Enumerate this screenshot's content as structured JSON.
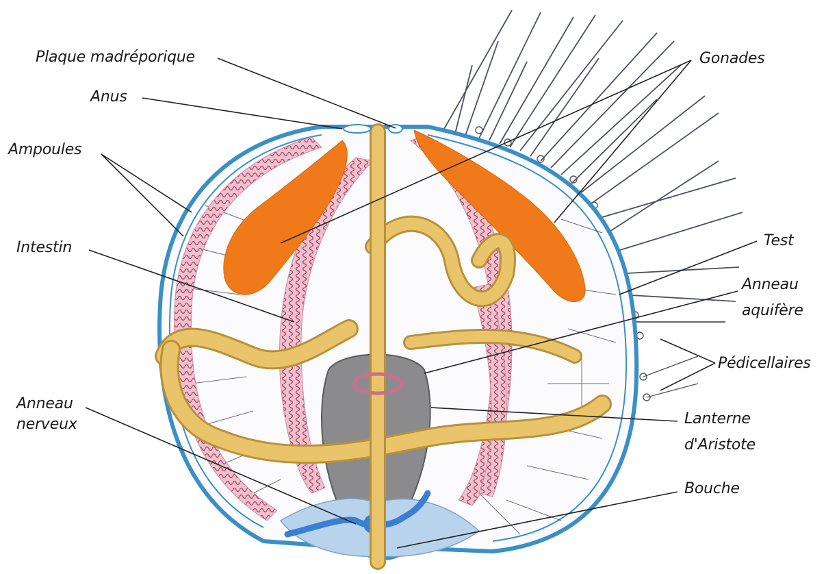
{
  "colors": {
    "background": "#ffffff",
    "test_outline": "#3b8fc7",
    "ampoules_pink": "#e7a9bb",
    "gonades_orange": "#f07a1a",
    "intestin_yellow": "#e9c46a",
    "lanterne_grey": "#8b8b8e",
    "anneau_nerveux_blue": "#3a7fd1",
    "peristome_lightblue": "#b9d3ec",
    "spine_color": "#4a4f6a"
  },
  "labels": {
    "plaque": "Plaque madréporique",
    "anus": "Anus",
    "ampoules": "Ampoules",
    "intestin": "Intestin",
    "anneau_nerveux_1": "Anneau",
    "anneau_nerveux_2": "nerveux",
    "gonades": "Gonades",
    "test": "Test",
    "anneau_aquifere_1": "Anneau",
    "anneau_aquifere_2": "aquifère",
    "pedicellaires": "Pédicellaires",
    "lanterne_1": "Lanterne",
    "lanterne_2": "d'Aristote",
    "bouche": "Bouche"
  }
}
